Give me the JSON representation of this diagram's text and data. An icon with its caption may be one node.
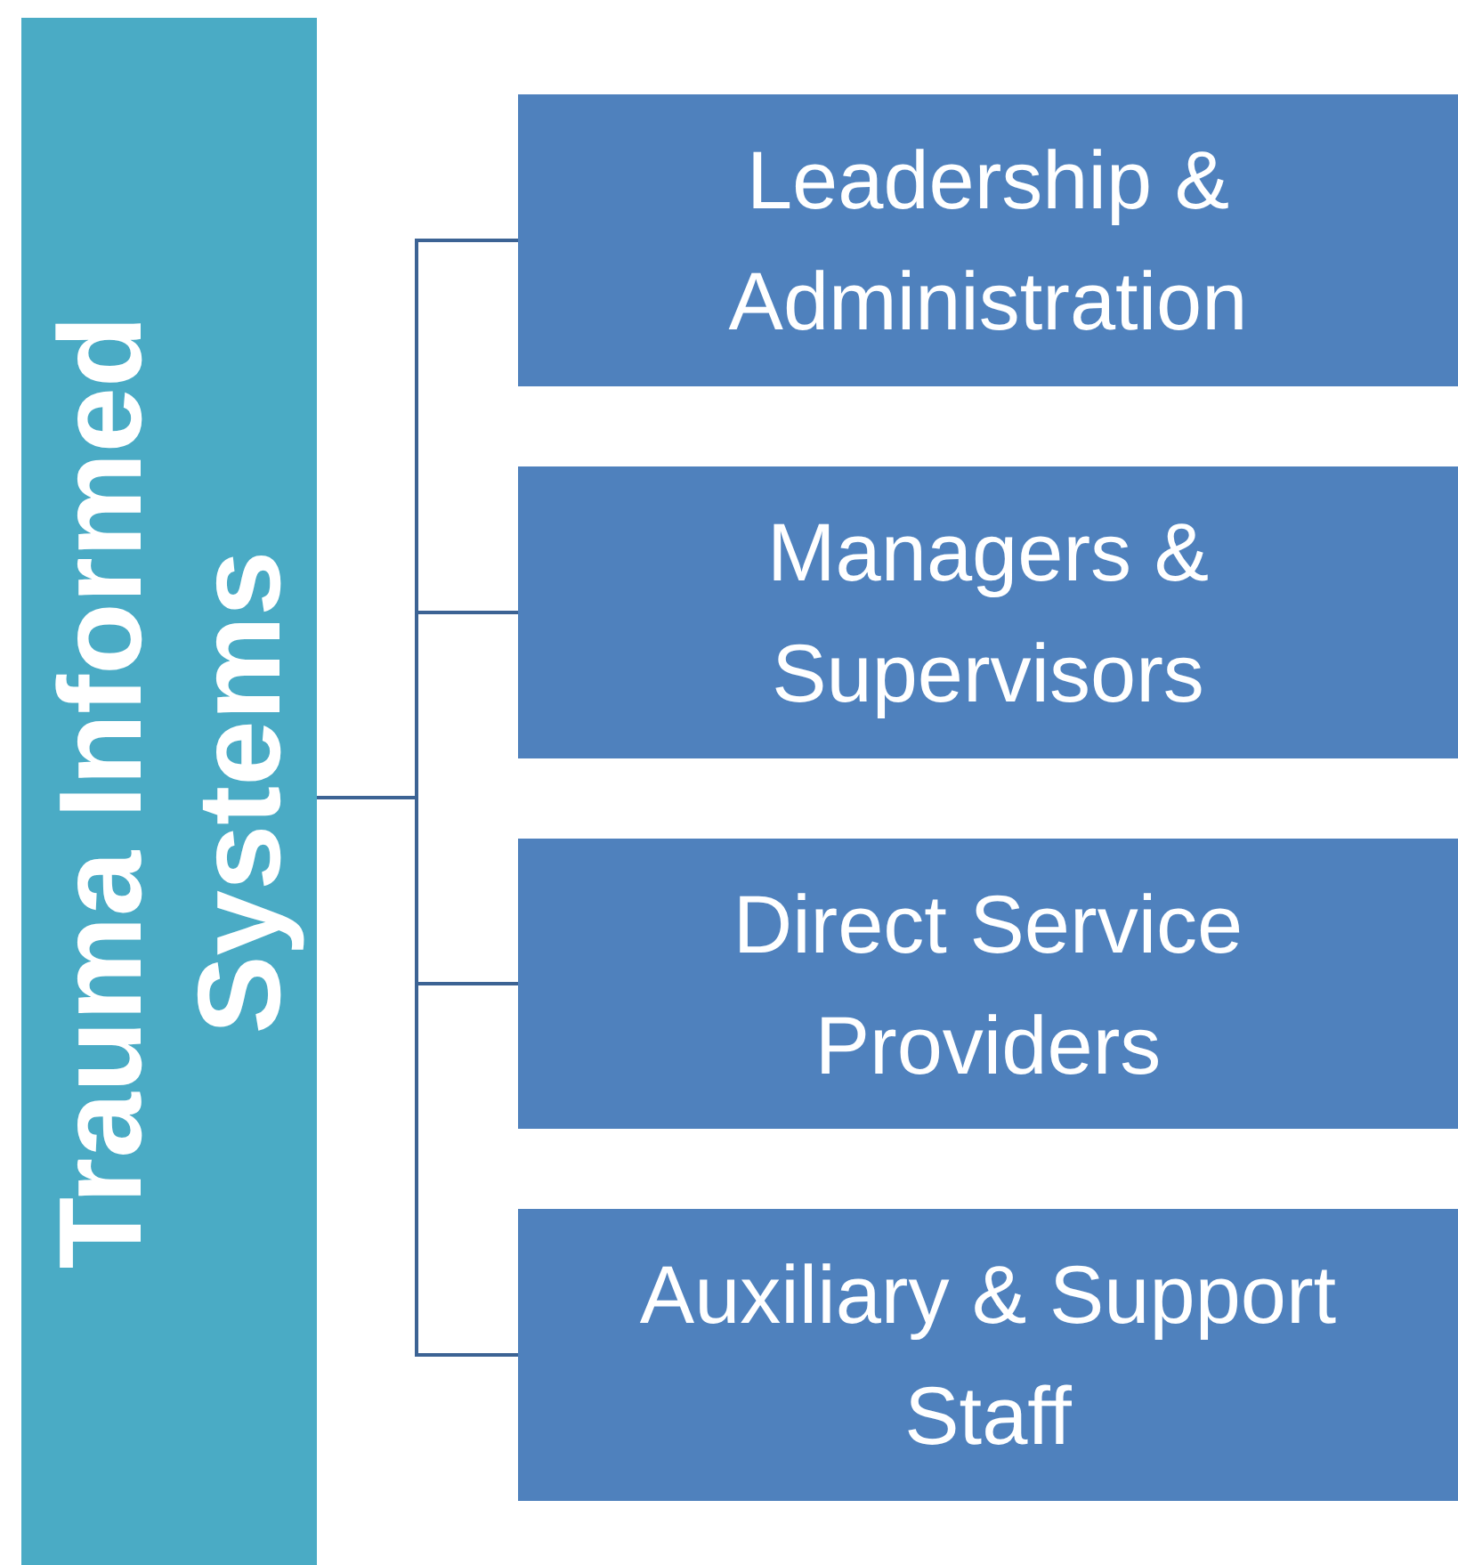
{
  "diagram": {
    "nodes": [
      {
        "text": [
          "Trauma Informed Systems"
        ]
      },
      {
        "text": [
          "Leadership & Administration"
        ]
      },
      {
        "text": [
          "Managers & Supervisors"
        ]
      },
      {
        "text": [
          "Direct Service Providers"
        ]
      },
      {
        "text": [
          "Auxiliary & Support Staff"
        ]
      }
    ],
    "edges": [
      {
        "from": 0,
        "to": 1,
        "arrow": "none"
      },
      {
        "from": 0,
        "to": 2,
        "arrow": "none"
      },
      {
        "from": 0,
        "to": 3,
        "arrow": "none"
      },
      {
        "from": 0,
        "to": 4,
        "arrow": "none"
      }
    ]
  }
}
